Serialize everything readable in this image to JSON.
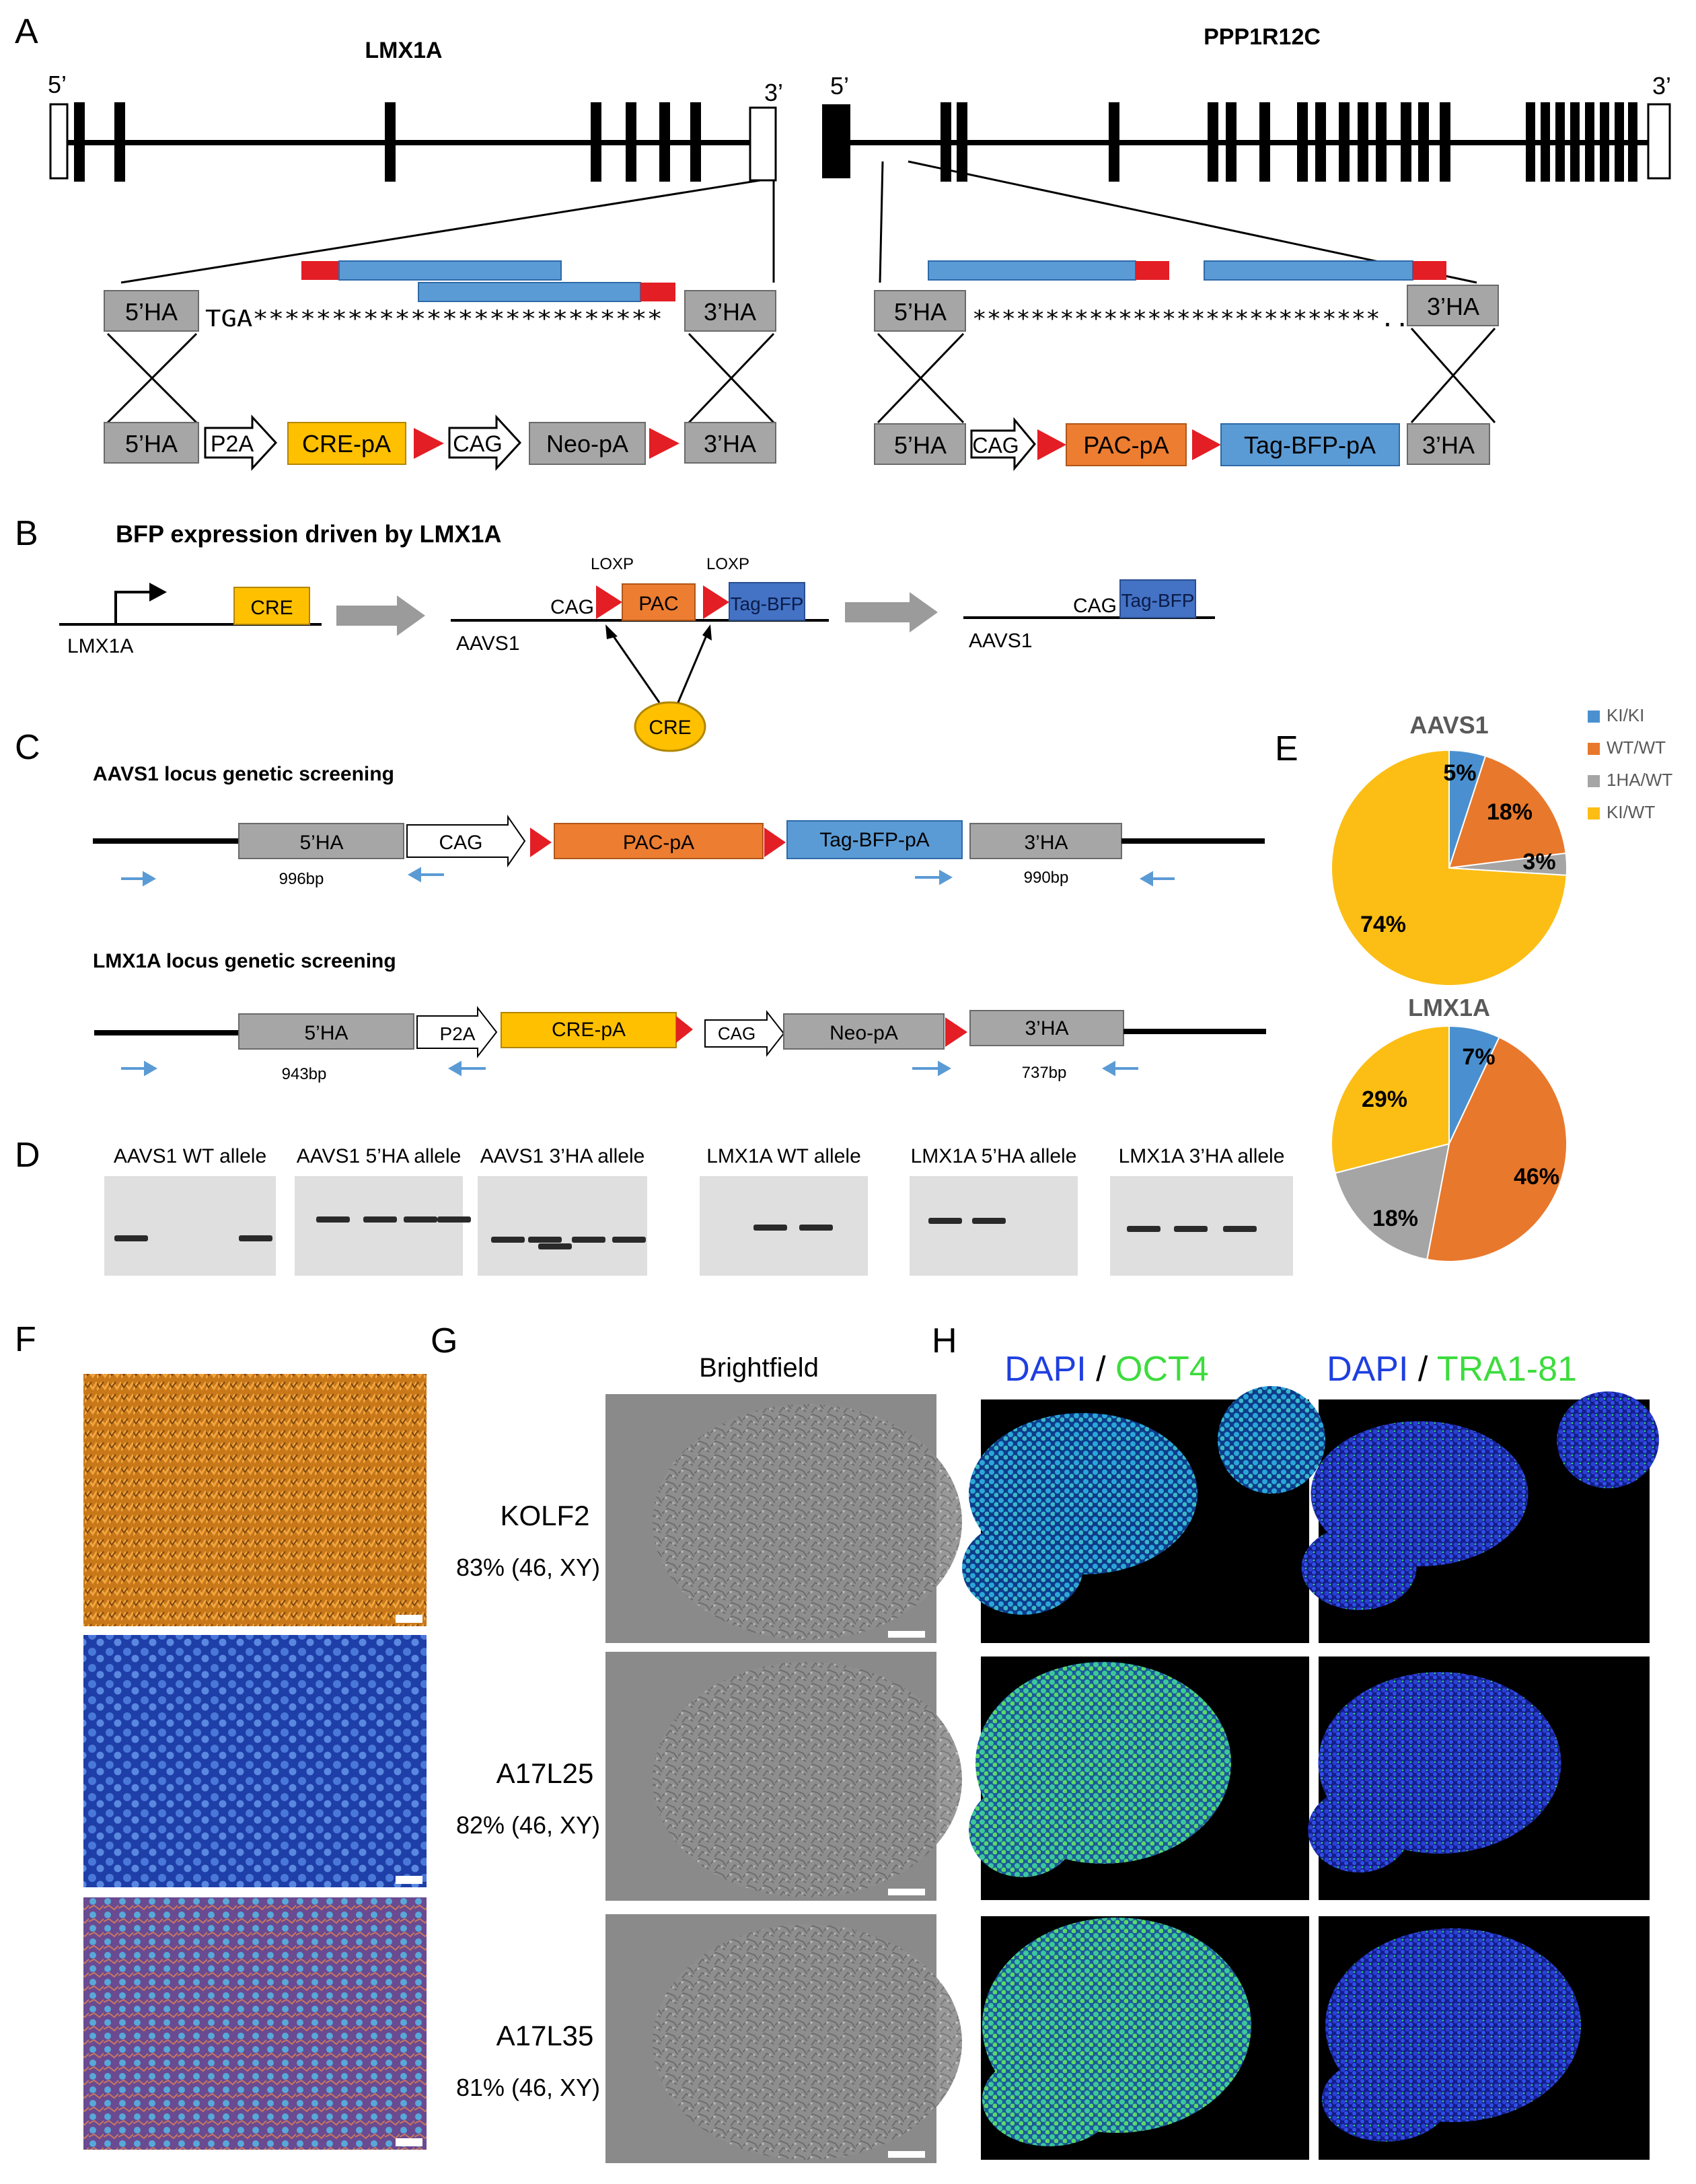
{
  "panels": {
    "A": "A",
    "B": "B",
    "C": "C",
    "D": "D",
    "E": "E",
    "F": "F",
    "G": "G",
    "H": "H"
  },
  "panelA": {
    "left_gene": "LMX1A",
    "right_gene": "PPP1R12C",
    "five_prime": "5’",
    "three_prime": "3’",
    "stars_left": "TGA**************************",
    "stars_right": "****************************..",
    "ha5": "5’HA",
    "ha3": "3’HA",
    "p2a": "P2A",
    "cre_pa": "CRE-pA",
    "cag": "CAG",
    "neo_pa": "Neo-pA",
    "pac_pa": "PAC-pA",
    "tag_bfp_pa": "Tag-BFP-pA"
  },
  "panelB": {
    "title": "BFP expression driven by LMX1A",
    "lmx1a": "LMX1A",
    "cre": "CRE",
    "aavs1": "AAVS1",
    "loxp": "LOXP",
    "cag": "CAG",
    "pac": "PAC",
    "tag_bfp": "Tag-BFP"
  },
  "panelC": {
    "title1": "AAVS1 locus genetic screening",
    "title2": "LMX1A locus genetic screening",
    "ha5": "5’HA",
    "ha3": "3’HA",
    "cag": "CAG",
    "pac_pa": "PAC-pA",
    "tag_bfp_pa": "Tag-BFP-pA",
    "p2a": "P2A",
    "cre_pa": "CRE-pA",
    "neo_pa": "Neo-pA",
    "bp1": "996bp",
    "bp2": "990bp",
    "bp3": "943bp",
    "bp4": "737bp"
  },
  "panelD": {
    "labels": [
      "AAVS1 WT allele",
      "AAVS1 5’HA allele",
      "AAVS1 3’HA allele",
      "LMX1A WT allele",
      "LMX1A 5’HA allele",
      "LMX1A 3’HA allele"
    ]
  },
  "chart_data": [
    {
      "type": "pie",
      "title": "AAVS1",
      "categories": [
        "KI/KI",
        "WT/WT",
        "1HA/WT",
        "KI/WT"
      ],
      "values": [
        5,
        18,
        3,
        74
      ],
      "labels": [
        "5%",
        "18%",
        "3%",
        "74%"
      ],
      "colors": [
        "#4a90d0",
        "#e8782c",
        "#a5a5a5",
        "#fcbe14"
      ],
      "legend": "top-right"
    },
    {
      "type": "pie",
      "title": "LMX1A",
      "categories": [
        "KI/KI",
        "WT/WT",
        "1HA/WT",
        "KI/WT"
      ],
      "values": [
        7,
        46,
        18,
        29
      ],
      "labels": [
        "7%",
        "46%",
        "18%",
        "29%"
      ],
      "colors": [
        "#4a90d0",
        "#e8782c",
        "#a5a5a5",
        "#fcbe14"
      ]
    }
  ],
  "legend": [
    "KI/KI",
    "WT/WT",
    "1HA/WT",
    "KI/WT"
  ],
  "panelG": {
    "header": "Brightfield",
    "lines": [
      {
        "name": "KOLF2",
        "karyotype": "83% (46, XY)"
      },
      {
        "name": "A17L25",
        "karyotype": "82% (46, XY)"
      },
      {
        "name": "A17L35",
        "karyotype": "81% (46, XY)"
      }
    ]
  },
  "panelH": {
    "dapi": "DAPI",
    "slash": " / ",
    "oct4": "OCT4",
    "tra": "TRA1-81"
  },
  "colors": {
    "gray_box": "#a6a6a6",
    "orange": "#ed7d31",
    "yellow": "#ffc000",
    "blue_box": "#5b9bd5",
    "red": "#e31e24",
    "dark_blue": "#4472c4",
    "arrow_blue": "#5b9bd5",
    "dapi_blue": "#1f3fe0",
    "green": "#3ddc3d"
  }
}
